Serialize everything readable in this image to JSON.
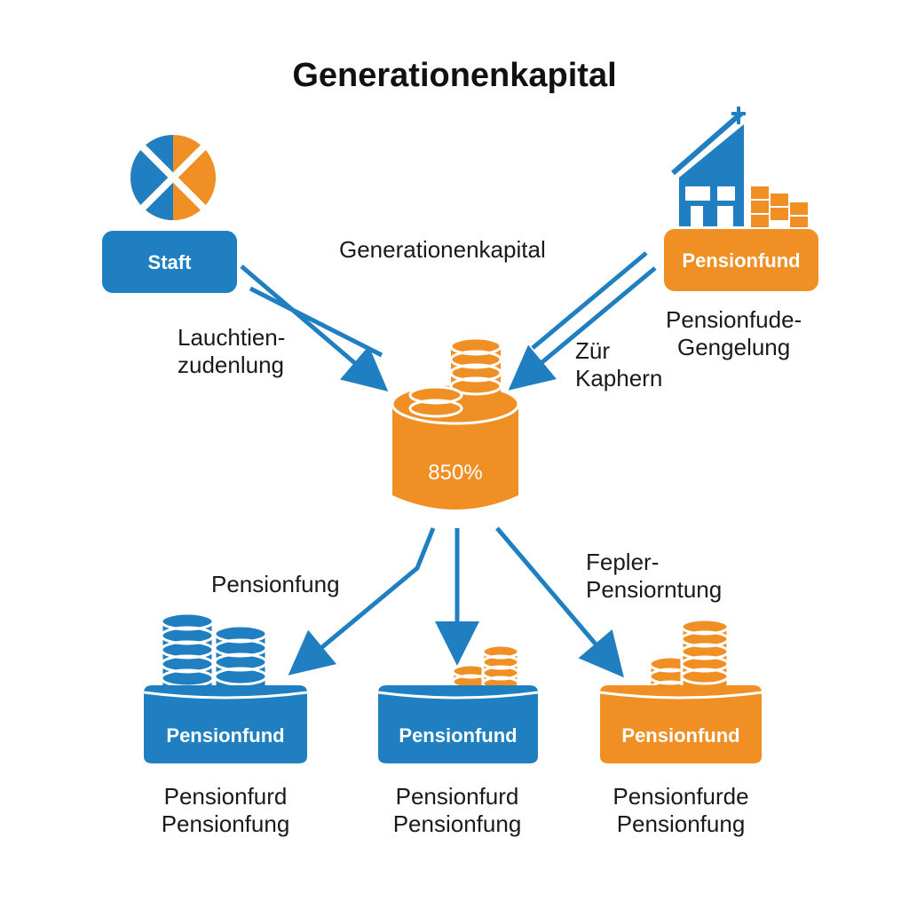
{
  "title": "Generationenkapital",
  "colors": {
    "blue": "#1f7fc1",
    "orange": "#f08f24",
    "text": "#1a1a1a"
  },
  "nodes": {
    "top_left": {
      "label": "Staft",
      "icon": "pie-icon"
    },
    "top_right": {
      "label": "Pensionfund",
      "icon": "house-icon"
    },
    "center": {
      "label": "850%",
      "icon": "coin-stack-icon"
    },
    "bottom_left": {
      "label": "Pensionfund",
      "icon": "coin-stack-icon"
    },
    "bottom_middle": {
      "label": "Pensionfund",
      "icon": "coin-stack-icon"
    },
    "bottom_right": {
      "label": "Pensionfund",
      "icon": "coin-stack-icon"
    }
  },
  "labels": {
    "top_center": "Generationenkapital",
    "left_arrow": "Lauchtien-\nzudenlung",
    "right_arrow": "Zür\nKaphern",
    "right_caption": "Pensionfude-\nGengelung",
    "bottom_left_arrow": "Pensionfung",
    "bottom_right_arrow": "Fepler-\nPensiorntung",
    "caption_left": "Pensionfurd\nPensionfung",
    "caption_middle": "Pensionfurd\nPensionfung",
    "caption_right": "Pensionfurde\nPensionfung"
  }
}
